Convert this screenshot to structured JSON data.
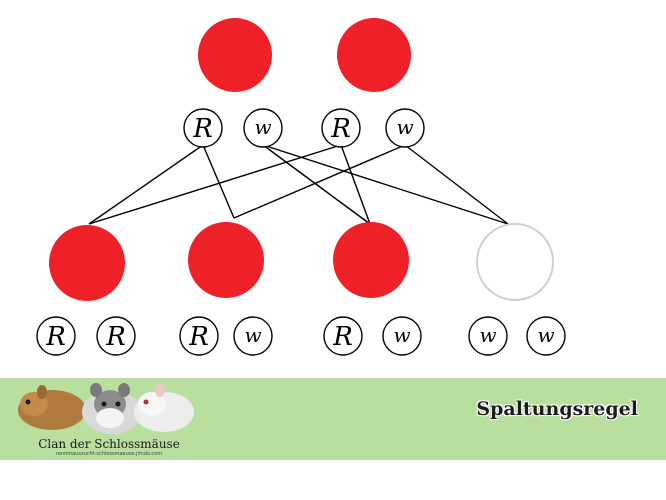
{
  "colors": {
    "dominant": "#ee2028",
    "recessive_fill": "#ffffff",
    "recessive_stroke": "#cfcfcf",
    "footer_bg": "#b9df9f"
  },
  "parents": [
    {
      "alleles": [
        "R",
        "w"
      ],
      "phenotype": "red"
    },
    {
      "alleles": [
        "R",
        "w"
      ],
      "phenotype": "red"
    }
  ],
  "offspring": [
    {
      "alleles": [
        "R",
        "R"
      ],
      "phenotype": "red"
    },
    {
      "alleles": [
        "R",
        "w"
      ],
      "phenotype": "red"
    },
    {
      "alleles": [
        "R",
        "w"
      ],
      "phenotype": "red"
    },
    {
      "alleles": [
        "w",
        "w"
      ],
      "phenotype": "white"
    }
  ],
  "footer": {
    "title": "Spaltungsregel",
    "logo_name": "Clan der Schlossmäuse",
    "logo_url": "rennmauszucht-schlossmaeuse.jimdo.com"
  }
}
